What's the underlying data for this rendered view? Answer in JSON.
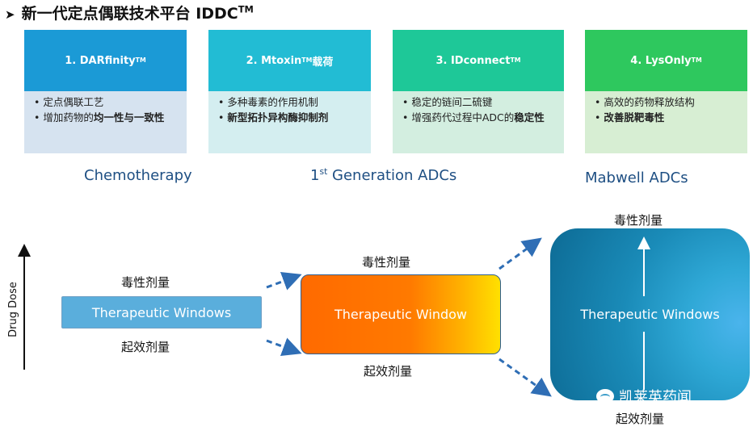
{
  "title": {
    "text": "新一代定点偶联技术平台 IDDC",
    "tm": "TM"
  },
  "cards": [
    {
      "name": "1. DARfinity",
      "suffix": "",
      "color": "#1b9ad6",
      "body_bg": "#d6e3f0",
      "bullets": [
        {
          "text": "定点偶联工艺",
          "bold": ""
        },
        {
          "text": "增加药物的",
          "bold": "均一性与一致性"
        }
      ]
    },
    {
      "name": "2. Mtoxin",
      "suffix": " 载荷",
      "color": "#22bcd4",
      "body_bg": "#d4eef0",
      "bullets": [
        {
          "text": "多种毒素的作用机制",
          "bold": ""
        },
        {
          "text": "",
          "bold": "新型拓扑异构酶抑制剂"
        }
      ]
    },
    {
      "name": "3. IDconnect",
      "suffix": "",
      "color": "#1ec898",
      "body_bg": "#d3eee0",
      "bullets": [
        {
          "text": "稳定的链间二硫键",
          "bold": ""
        },
        {
          "text": "增强药代过程中ADC的",
          "bold": "稳定性"
        }
      ]
    },
    {
      "name": "4. LysOnly",
      "suffix": "",
      "color": "#2ec85e",
      "body_bg": "#d7eed3",
      "bullets": [
        {
          "text": "高效的药物释放结构",
          "bold": ""
        },
        {
          "text": "",
          "bold": "改善脱靶毒性"
        }
      ]
    }
  ],
  "generations": {
    "chemo": "Chemotherapy",
    "first_prefix": "1",
    "first_sup": "st",
    "first_rest": " Generation ADCs",
    "mabwell": "Mabwell ADCs"
  },
  "diagram": {
    "axis_label": "Drug Dose",
    "toxic_dose": "毒性剂量",
    "effective_dose": "起效剂量",
    "window_1": "Therapeutic Windows",
    "window_2": "Therapeutic Window",
    "window_3": "Therapeutic Windows"
  },
  "watermark": "凯莱英药闻"
}
